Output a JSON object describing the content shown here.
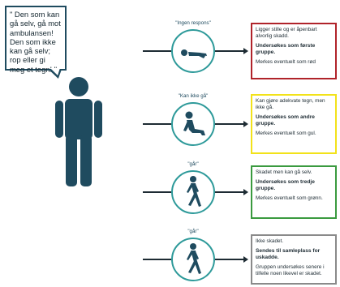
{
  "speech_bubble": {
    "text": "\" Den som kan gå selv, gå mot ambulansen! Den som ikke kan gå selv; rop eller gi meg et tegn! \""
  },
  "colors": {
    "figure": "#1f4b5f",
    "circle_border": "#2e9a9a",
    "red": "#b0232a",
    "yellow": "#f2e21a",
    "green": "#3a9a3f",
    "gray": "#8a8a8a"
  },
  "categories": [
    {
      "label": "\"Ingen respons\"",
      "icon": "lying-person-icon",
      "border_color": "#b0232a",
      "line1": "Ligger stille og er åpenbart alvorlig skadd.",
      "line2": "Undersøkes som første gruppe.",
      "line3": "Merkes eventuelt som rød"
    },
    {
      "label": "\"Kan ikke gå\"",
      "icon": "sitting-person-icon",
      "border_color": "#f2e21a",
      "line1": "Kan gjøre adekvate tegn, men ikke gå.",
      "line2": "Undersøkes som andre gruppe.",
      "line3": "Merkes eventuelt som gul."
    },
    {
      "label": "\"går\"",
      "icon": "walking-person-icon",
      "border_color": "#3a9a3f",
      "line1": "Skadet men kan gå selv.",
      "line2": "Undersøkes som tredje gruppe.",
      "line3": "Merkes eventuelt som grønn."
    },
    {
      "label": "\"går\"",
      "icon": "walking-person-icon",
      "border_color": "#8a8a8a",
      "line1": "Ikke skadet.",
      "line2": "Sendes til samleplass for uskadde.",
      "line3": "Gruppen undersøkes senere i tilfelle noen likevel er skadet."
    }
  ]
}
